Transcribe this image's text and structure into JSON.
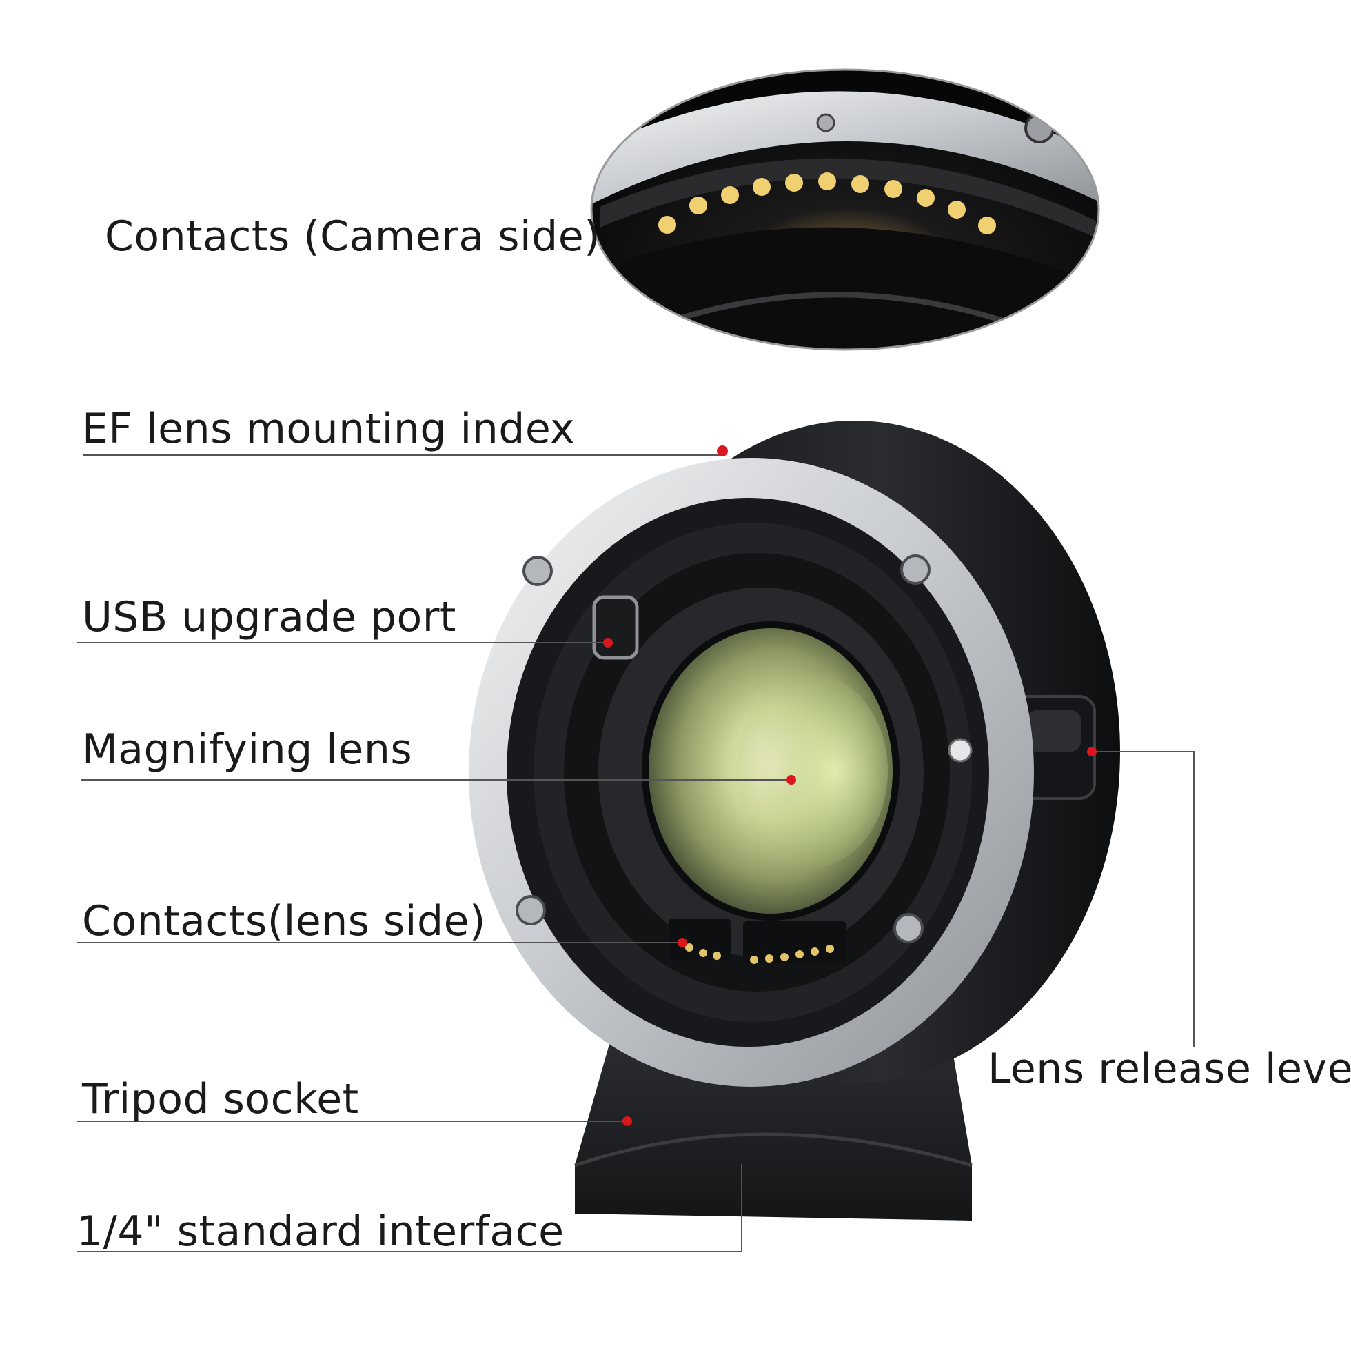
{
  "callouts": {
    "contacts_camera": "Contacts (Camera side)",
    "ef_index": "EF lens mounting index",
    "usb_port": "USB upgrade port",
    "magnifying_lens": "Magnifying lens",
    "contacts_lens": "Contacts(lens side)",
    "tripod_socket": "Tripod socket",
    "standard_interface": "1/4\" standard interface",
    "release_lever": "Lens release lever"
  },
  "colors": {
    "marker": "#d8181e",
    "leader_line": "#555555",
    "contact_gold": "#f0d070",
    "body_black": "#1c1d20",
    "silver_mount": "#d7d9dc"
  }
}
